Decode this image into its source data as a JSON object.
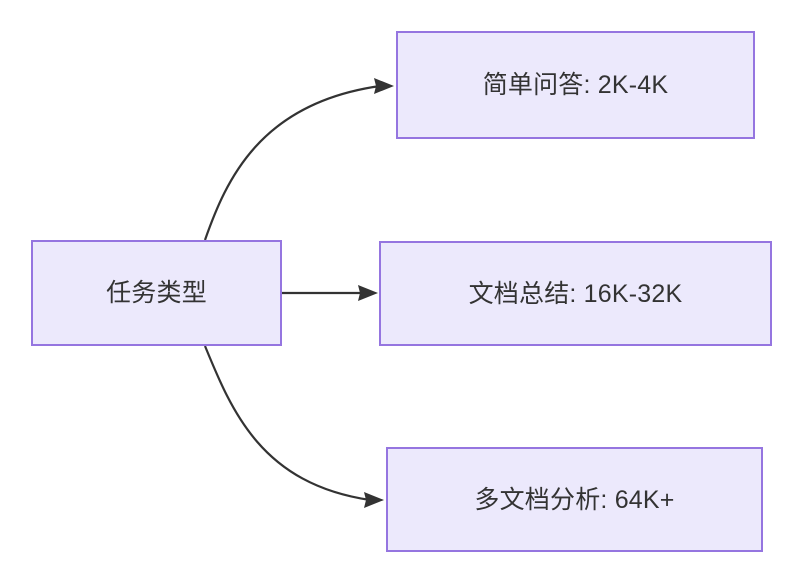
{
  "diagram": {
    "type": "flowchart",
    "direction": "left-to-right",
    "background_color": "#ffffff",
    "node_fill_color": "#ece9fc",
    "node_border_color": "#9575e0",
    "node_text_color": "#333333",
    "edge_color": "#333333",
    "nodes": [
      {
        "id": "root",
        "label": "任务类型",
        "role": "source"
      },
      {
        "id": "simple_qa",
        "label": "简单问答: 2K-4K",
        "role": "target"
      },
      {
        "id": "doc_summary",
        "label": "文档总结: 16K-32K",
        "role": "target"
      },
      {
        "id": "multi_doc",
        "label": "多文档分析: 64K+",
        "role": "target"
      }
    ],
    "edges": [
      {
        "from": "root",
        "to": "simple_qa",
        "style": "curved",
        "arrow": "filled-triangle",
        "label": ""
      },
      {
        "from": "root",
        "to": "doc_summary",
        "style": "straight",
        "arrow": "filled-triangle",
        "label": ""
      },
      {
        "from": "root",
        "to": "multi_doc",
        "style": "curved",
        "arrow": "filled-triangle",
        "label": ""
      }
    ]
  }
}
